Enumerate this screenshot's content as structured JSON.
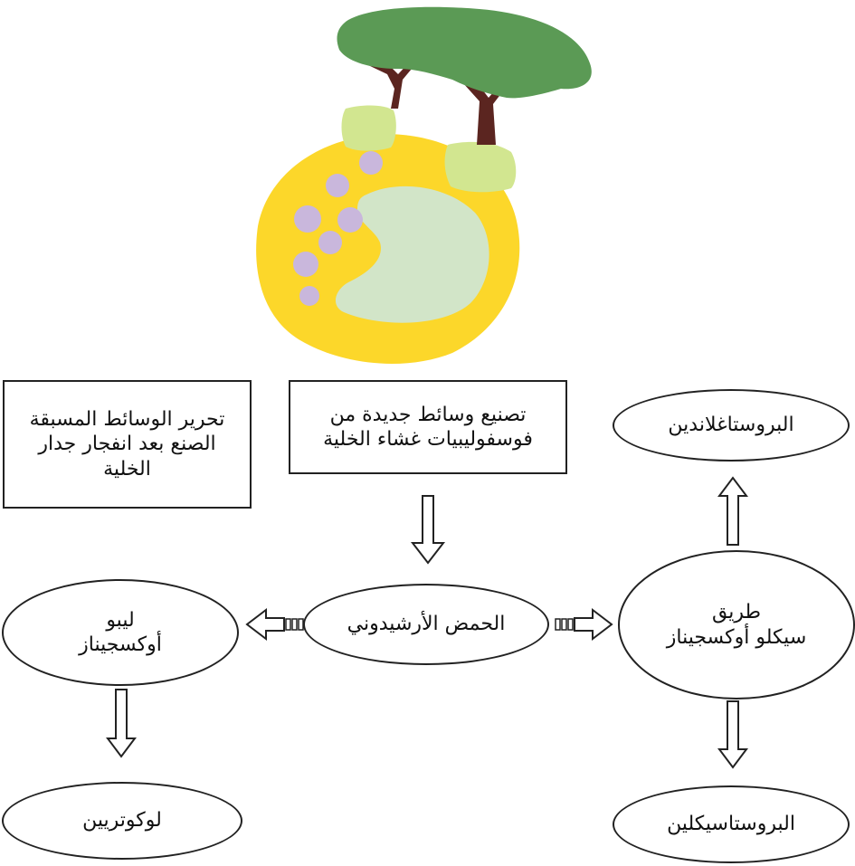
{
  "boxes": {
    "phospholipid_release": "تحرير الوسائط المسبقة\nالصنع بعد انفجار جدار\nالخلية",
    "new_mediators": "تصنيع وسائط جديدة من\nفوسفوليبيات غشاء الخلية"
  },
  "nodes": {
    "prostaglandin": "البروستاغلاندين",
    "arachidonic_acid": "الحمض الأرشيدوني",
    "cyclooxygenase": "طريق\nسيكلو أوكسجيناز",
    "lipoxygenase": "ليبو\nأوكسجيناز",
    "leukotriene": "لوكوتريين",
    "prostacyclin": "البروستاسيكلين"
  },
  "colors": {
    "cell_yellow": "#fcd72a",
    "nucleus_green": "#d2e5c8",
    "granule_purple": "#c9b7dc",
    "tree_green": "#5b9a55",
    "trunk_brown": "#5b2520",
    "bush_lime": "#d2e690"
  }
}
